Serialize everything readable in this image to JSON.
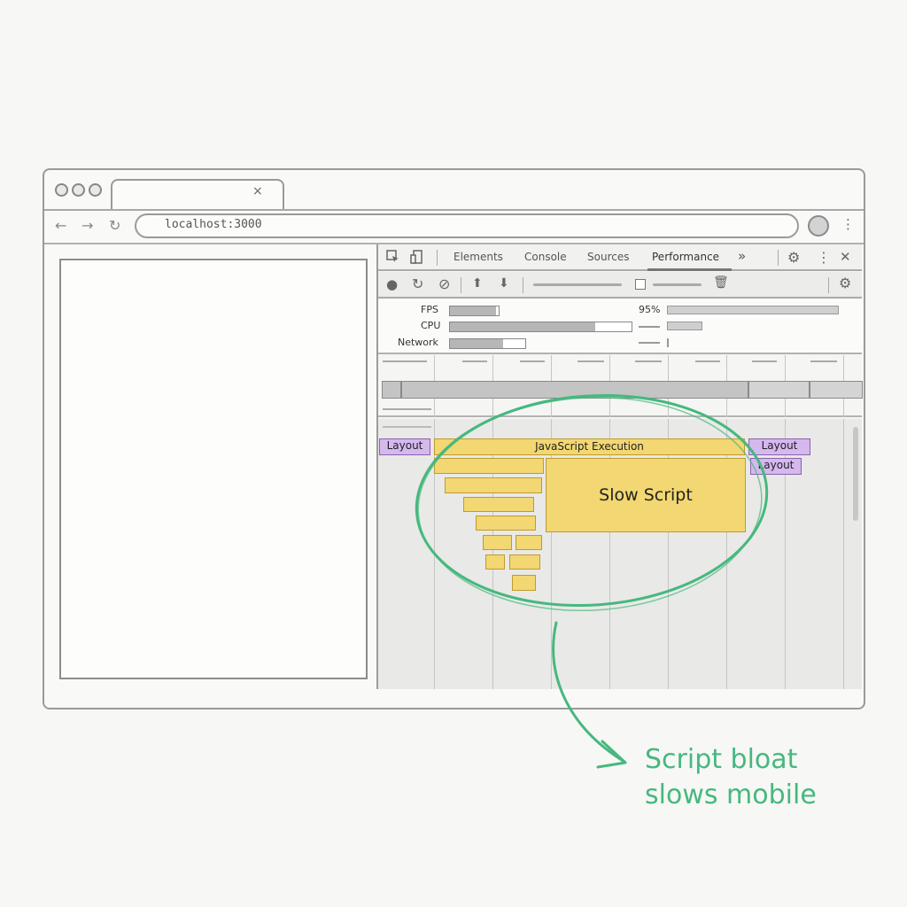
{
  "browser": {
    "url": "localhost:3000",
    "tab_close_icon": "×",
    "nav": {
      "back": "←",
      "forward": "→",
      "reload": "↻"
    },
    "menu_icon": "⋮"
  },
  "devtools": {
    "tabs": [
      {
        "label": "Elements"
      },
      {
        "label": "Console"
      },
      {
        "label": "Sources"
      },
      {
        "label": "Performance",
        "active": true
      }
    ],
    "more_tabs": "»",
    "settings_icon": "⚙",
    "menu_icon": "⋮",
    "close_icon": "✕",
    "toolbar": {
      "record_icon": "●",
      "reload_icon": "↻",
      "clear_icon": "⊘",
      "upload_icon": "⬆",
      "download_icon": "⬇",
      "trash_icon": "🗑",
      "gear_icon": "⚙"
    },
    "metrics": [
      {
        "label": "FPS",
        "level": 0.95
      },
      {
        "label": "CPU",
        "level": 0.8
      },
      {
        "label": "Network",
        "level": 0.7
      }
    ],
    "fps_percent": "95%"
  },
  "flame_chart": {
    "layout_left": "Layout",
    "js_execution": "JavaScript Execution",
    "layout_right_1": "Layout",
    "layout_right_2": "Layout",
    "slow_script": "Slow Script"
  },
  "annotation": {
    "line1": "Script bloat",
    "line2": "slows mobile",
    "color": "#46b87e"
  },
  "colors": {
    "script": "#f2d772",
    "layout": "#d4b8ee",
    "highlight": "#46b87e"
  }
}
